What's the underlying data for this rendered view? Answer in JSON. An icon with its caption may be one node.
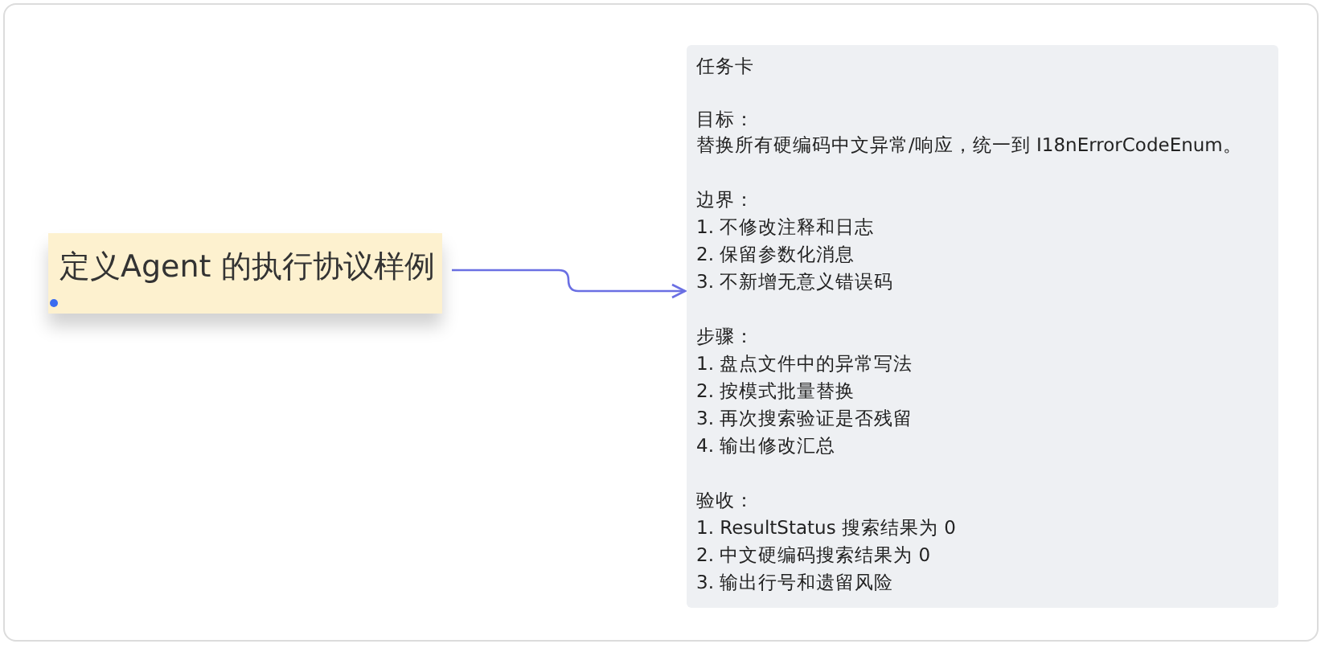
{
  "diagram": {
    "nodes": [
      {
        "text": [
          "定义Agent 的执行协议样例"
        ]
      },
      {
        "text": [
          "任务卡",
          "目标：",
          "替换所有硬编码中文异常/响应，统一到 I18nErrorCodeEnum。",
          "边界：",
          "1. 不修改注释和日志",
          "2. 保留参数化消息",
          "3. 不新增无意义错误码",
          "步骤：",
          "1. 盘点文件中的异常写法",
          "2. 按模式批量替换",
          "3. 再次搜索验证是否残留",
          "4. 输出修改汇总",
          "验收：",
          "1. ResultStatus 搜索结果为 0",
          "2. 中文硬编码搜索结果为 0",
          "3. 输出行号和遗留风险"
        ]
      }
    ],
    "edges": [
      {
        "from": 0,
        "to": 1,
        "arrow": "to"
      }
    ]
  }
}
